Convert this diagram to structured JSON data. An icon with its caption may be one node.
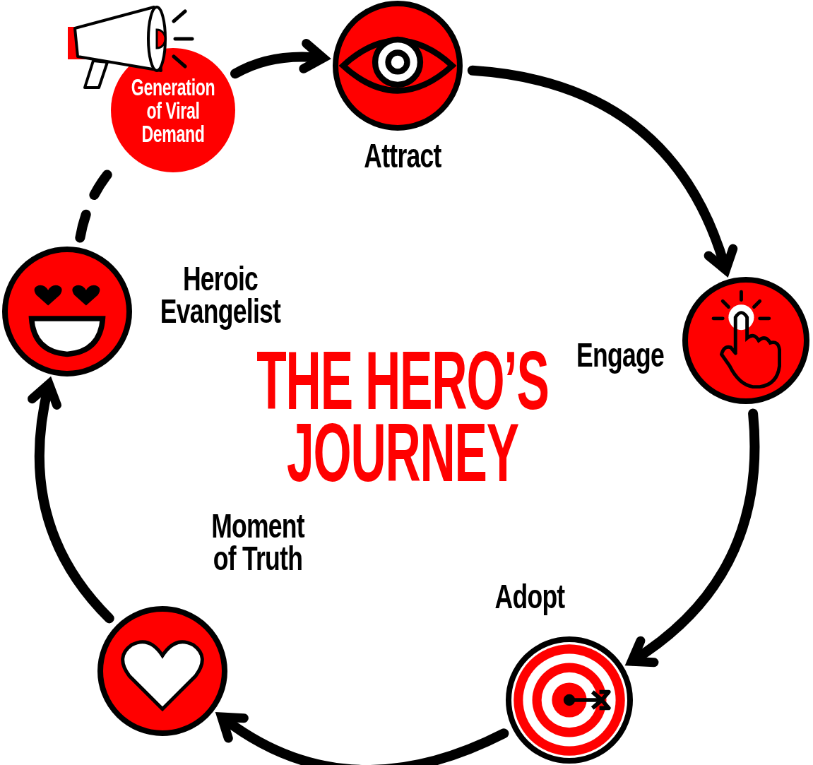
{
  "diagram": {
    "title": "THE HERO’S JOURNEY",
    "nodes": [
      {
        "text": [
          "Generation of Viral Demand"
        ]
      },
      {
        "text": [
          "Attract"
        ]
      },
      {
        "text": [
          "Engage"
        ]
      },
      {
        "text": [
          "Adopt"
        ]
      },
      {
        "text": [
          "Moment of Truth"
        ]
      },
      {
        "text": [
          "Heroic Evangelist"
        ]
      }
    ],
    "edges": [
      {
        "from": 0,
        "to": 1,
        "arrow": "to"
      },
      {
        "from": 1,
        "to": 2,
        "arrow": "to"
      },
      {
        "from": 2,
        "to": 3,
        "arrow": "to"
      },
      {
        "from": 3,
        "to": 4,
        "arrow": "to"
      },
      {
        "from": 4,
        "to": 5,
        "arrow": "to"
      },
      {
        "from": 5,
        "to": 0,
        "arrow": "none",
        "style": "dashed"
      }
    ]
  }
}
